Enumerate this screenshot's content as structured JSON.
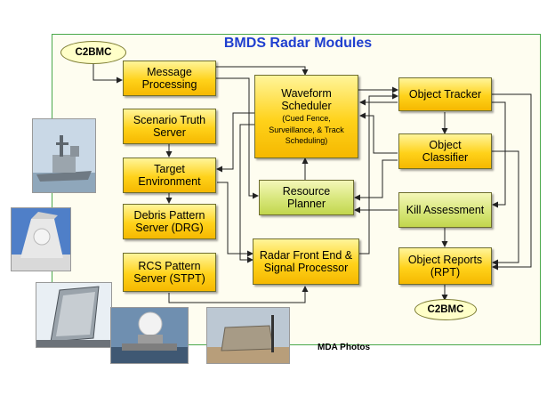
{
  "title": "BMDS Radar Modules",
  "ovals": {
    "top": "C2BMC",
    "bottom": "C2BMC"
  },
  "boxes": {
    "message_processing": [
      "Message",
      "Processing"
    ],
    "scenario_truth_server": [
      "Scenario Truth",
      "Server"
    ],
    "target_environment": [
      "Target",
      "Environment"
    ],
    "debris_pattern_server": [
      "Debris Pattern",
      "Server (DRG)"
    ],
    "rcs_pattern_server": [
      "RCS Pattern",
      "Server (STPT)"
    ],
    "waveform_scheduler": [
      "Waveform",
      "Scheduler"
    ],
    "waveform_scheduler_note": [
      "(Cued Fence,",
      "Surveillance, & Track",
      "Scheduling)"
    ],
    "resource_planner": [
      "Resource",
      "Planner"
    ],
    "radar_front_end": [
      "Radar Front End &",
      "Signal Processor"
    ],
    "object_tracker": [
      "Object Tracker"
    ],
    "object_classifier": [
      "Object",
      "Classifier"
    ],
    "kill_assessment": [
      "Kill Assessment"
    ],
    "object_reports": [
      "Object Reports",
      "(RPT)"
    ]
  },
  "photo_caption": "MDA Photos",
  "colors": {
    "frame": "#4aa84a",
    "title": "#1f3fcf",
    "box_yellow": "#ffd21a",
    "box_green": "#d7e67a",
    "oval": "#ffffc8",
    "arrow": "#222222"
  }
}
